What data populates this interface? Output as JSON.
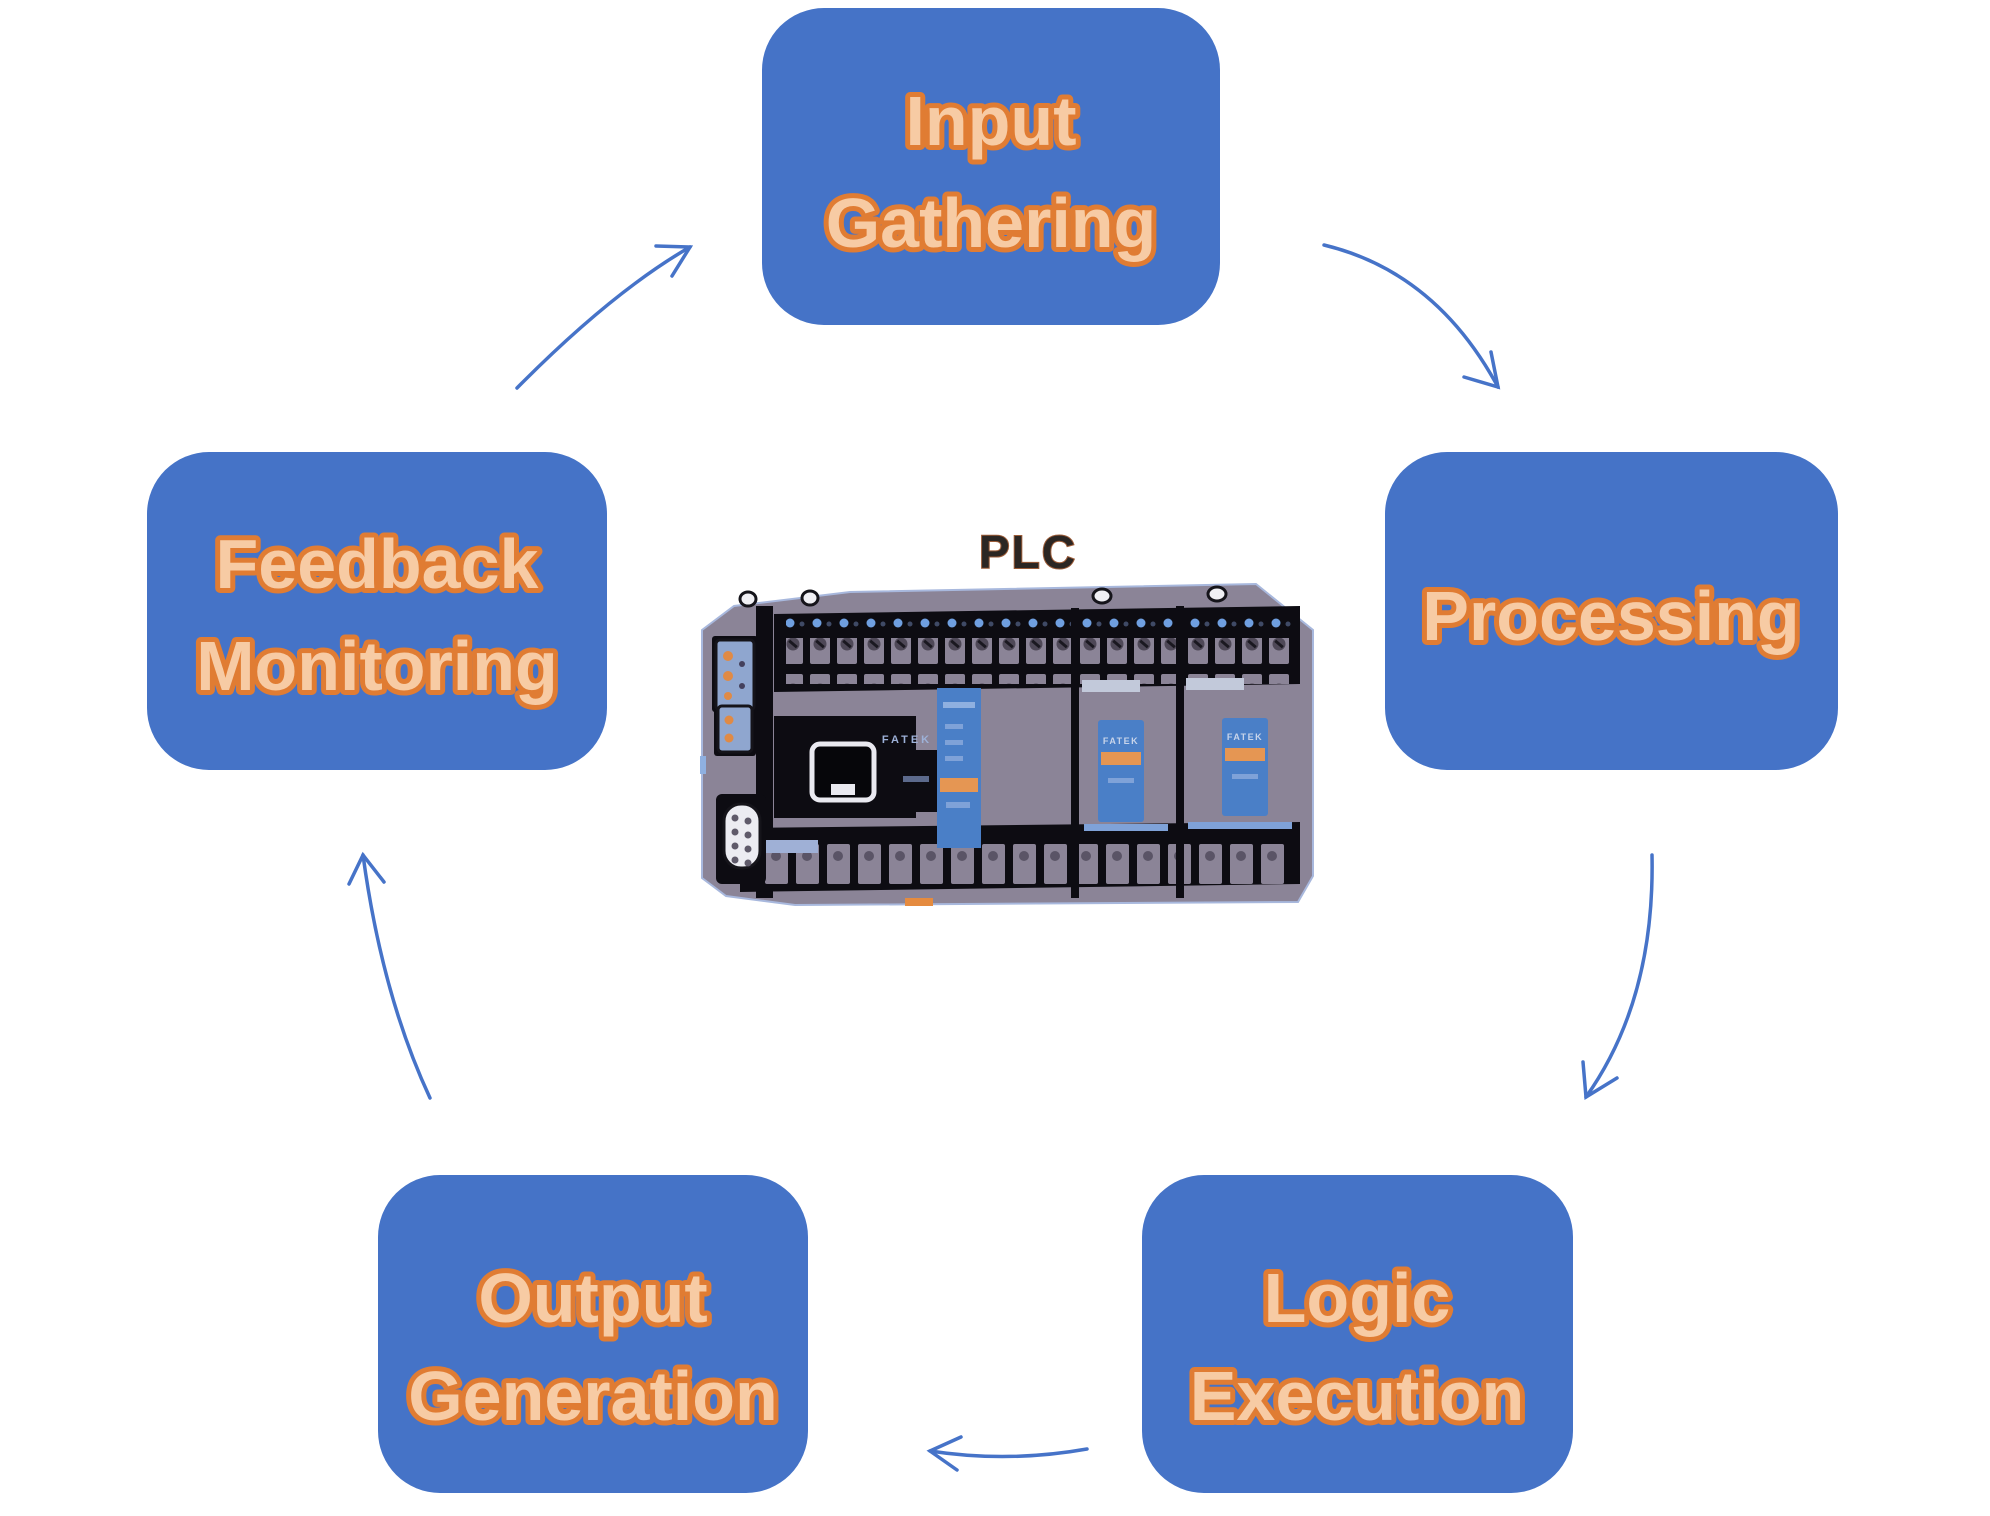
{
  "diagram": {
    "type": "cycle",
    "center_label": "PLC",
    "device_brand": "FATEK",
    "nodes": [
      {
        "id": "input-gathering",
        "label": "Input Gathering",
        "lines": [
          "Input",
          "Gathering"
        ]
      },
      {
        "id": "processing",
        "label": "Processing",
        "lines": [
          "Processing"
        ]
      },
      {
        "id": "logic-execution",
        "label": "Logic Execution",
        "lines": [
          "Logic",
          "Execution"
        ]
      },
      {
        "id": "output-generation",
        "label": "Output Generation",
        "lines": [
          "Output",
          "Generation"
        ]
      },
      {
        "id": "feedback-monitoring",
        "label": "Feedback Monitoring",
        "lines": [
          "Feedback",
          "Monitoring"
        ]
      }
    ],
    "connections": [
      {
        "from": "Input Gathering",
        "to": "Processing"
      },
      {
        "from": "Processing",
        "to": "Logic Execution"
      },
      {
        "from": "Logic Execution",
        "to": "Output Generation"
      },
      {
        "from": "Output Generation",
        "to": "Feedback Monitoring"
      },
      {
        "from": "Feedback Monitoring",
        "to": "Input Gathering"
      }
    ],
    "colors": {
      "node_fill": "#4573C7",
      "node_text_fill": "#F7CBA4",
      "node_text_outline": "#E07C33",
      "arrow": "#4673C8",
      "plc_body": "#8B8497",
      "plc_accent_blue": "#4A7FC7",
      "plc_accent_orange": "#E59653"
    }
  }
}
